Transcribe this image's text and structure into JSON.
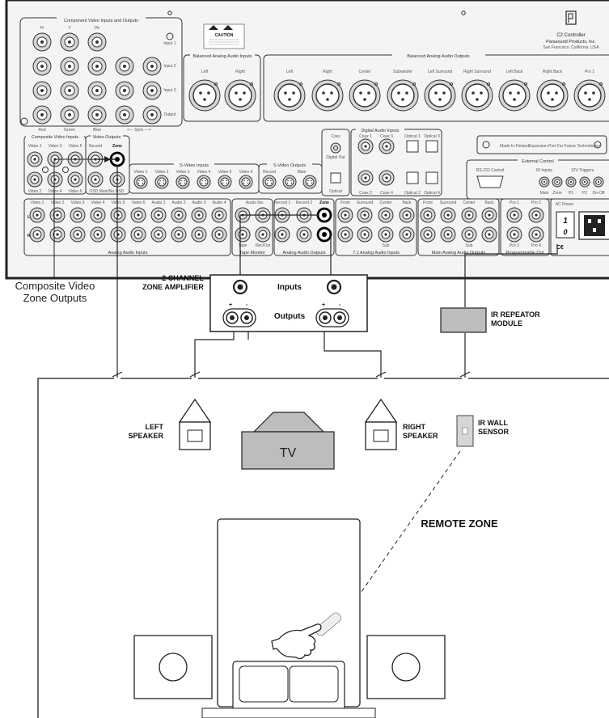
{
  "panel": {
    "component_title": "Component Video Inputs and Outputs",
    "component_cols": [
      "Pr",
      "Y",
      "Pb"
    ],
    "component_bottom": [
      "Red",
      "Green",
      "Blue",
      "<— Sync —>"
    ],
    "component_rows": [
      "Input 1",
      "Input 2",
      "Input 3",
      "Output"
    ],
    "caution_title": "CAUTION",
    "balanced_in_title": "Balanced Analog Audio Inputs",
    "balanced_in_labels": [
      "Left",
      "Right"
    ],
    "balanced_out_title": "Balanced Analog Audio Outputs",
    "balanced_out_labels": [
      "Left",
      "Right",
      "Center",
      "Subwoofer",
      "Left Surround",
      "Right Surround",
      "Left Back",
      "Right Back",
      "Pro 1"
    ],
    "brand_line1": "C2 Controller",
    "brand_line2": "Parasound Products, Inc.",
    "brand_line3": "San Francisco, California, USA",
    "composite_title": "Composite Video Inputs",
    "composite_top": [
      "Video 1",
      "Video 3",
      "Video 5"
    ],
    "composite_bottom": [
      "Video 2",
      "Video 4",
      "Video 6"
    ],
    "video_outputs_title": "Video Outputs",
    "video_out_record": "Record",
    "video_out_zone": "Zone",
    "video_out_main": "OSD    Main/No OSD",
    "svideo_in_title": "S-Video Inputs",
    "svideo_in_labels": [
      "Video 1",
      "Video 2",
      "Video 3",
      "Video 4",
      "Video 5",
      "Video 6"
    ],
    "svideo_out_title": "S-Video Outputs",
    "svideo_out_record": "Record",
    "svideo_out_main": "Main",
    "coax_label": "Coax",
    "digital_out_label": "Digital Out",
    "optical_label": "Optical",
    "digital_in_title": "Digital Audio Inputs",
    "digital_in_labels": [
      "Coax 1",
      "Coax 2",
      "Optical 1",
      "Optical 2",
      "Coax 3",
      "Coax 4",
      "Optical 3",
      "Optical 4"
    ],
    "made_in": "Made In Finland",
    "expansion": "Expansion Port For Future Technologies",
    "external_title": "External Control",
    "rs232": "RS-232 Control",
    "ir_inputs": "IR Inputs",
    "trigger_title": "12V Triggers",
    "ir_labels": [
      "Main",
      "Zone",
      "P1",
      "P2",
      "On-Off"
    ],
    "analog_in_labels": [
      "Video 1",
      "Video 2",
      "Video 3",
      "Video 4",
      "Video 5",
      "Video 6",
      "Audio 1",
      "Audio 2",
      "Audio 3",
      "Audio 4"
    ],
    "analog_in_title": "Analog Audio Inputs",
    "tape_labels": [
      "Audio Sw.",
      "Tape",
      "Rec/Out"
    ],
    "tape_title": "Tape Monitor",
    "analog_out_labels": [
      "Record 1",
      "Record 2",
      "Zone"
    ],
    "analog_out_title": "Analog Audio Outputs",
    "seven_one_labels": [
      "Front",
      "Surround",
      "Center",
      "Back",
      "Sub"
    ],
    "seven_one_title": "7.1 Analog Audio Inputs",
    "main_out_labels": [
      "Front",
      "Surround",
      "Center",
      "Back",
      "Sub"
    ],
    "main_out_title": "Main Analog Audio Outputs",
    "prog_labels": [
      "Pro 1",
      "Pro 2",
      "Pro 3",
      "Pro 4"
    ],
    "prog_title": "Programmable Out",
    "ac_power": "AC Power",
    "switch_on": "1",
    "switch_off": "0",
    "lr_labels": [
      "L",
      "R"
    ]
  },
  "labels": {
    "composite_zone_line1": "Composite Video",
    "composite_zone_line2": "Zone Outputs",
    "amp_line1": "2 CHANNEL",
    "amp_line2": "ZONE AMPLIFIER",
    "amp_inputs": "Inputs",
    "amp_outputs": "Outputs",
    "ir_repeater_line1": "IR REPEATOR",
    "ir_repeater_line2": "MODULE",
    "left_speaker_line1": "LEFT",
    "left_speaker_line2": "SPEAKER",
    "right_speaker_line1": "RIGHT",
    "right_speaker_line2": "SPEAKER",
    "tv": "TV",
    "ir_wall_line1": "IR WALL",
    "ir_wall_line2": "SENSOR",
    "remote_zone": "REMOTE ZONE",
    "plus": "+",
    "minus": "-"
  },
  "colors": {
    "line": "#222222",
    "fill_gray": "#bdbdbd",
    "panel_gray": "#d6d6d6",
    "background": "#ffffff"
  }
}
